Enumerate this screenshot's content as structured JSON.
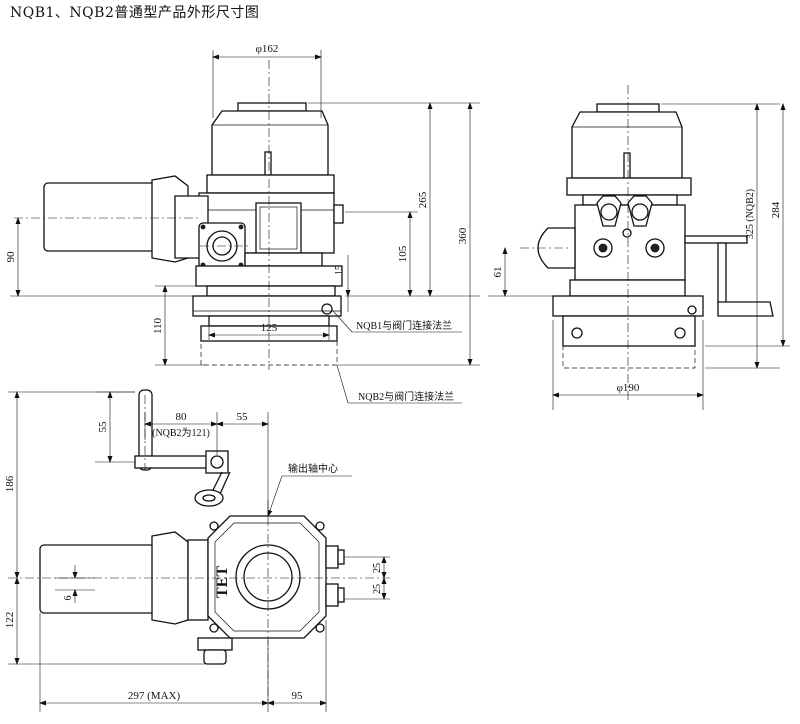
{
  "title": "NQB1、NQB2普通型产品外形尺寸图",
  "dimensions": {
    "d162": "φ162",
    "d265": "265",
    "d360": "360",
    "d105": "105",
    "d90": "90",
    "d15": "15",
    "d110": "110",
    "d125": "125",
    "d325": "325 (NQB2)",
    "d284": "284",
    "d61": "61",
    "d190": "φ190",
    "d80": "80",
    "d80_note": "(NQB2为121)",
    "d55_top": "55",
    "d55_left": "55",
    "d186": "186",
    "d122": "122",
    "d6": "6",
    "d25_a": "25",
    "d25_b": "25",
    "d297": "297 (MAX)",
    "d95": "95"
  },
  "callouts": {
    "nqb1_flange": "NQB1与阀门连接法兰",
    "nqb2_flange": "NQB2与阀门连接法兰",
    "output_axis": "输出轴中心"
  },
  "logo_text": "TET"
}
